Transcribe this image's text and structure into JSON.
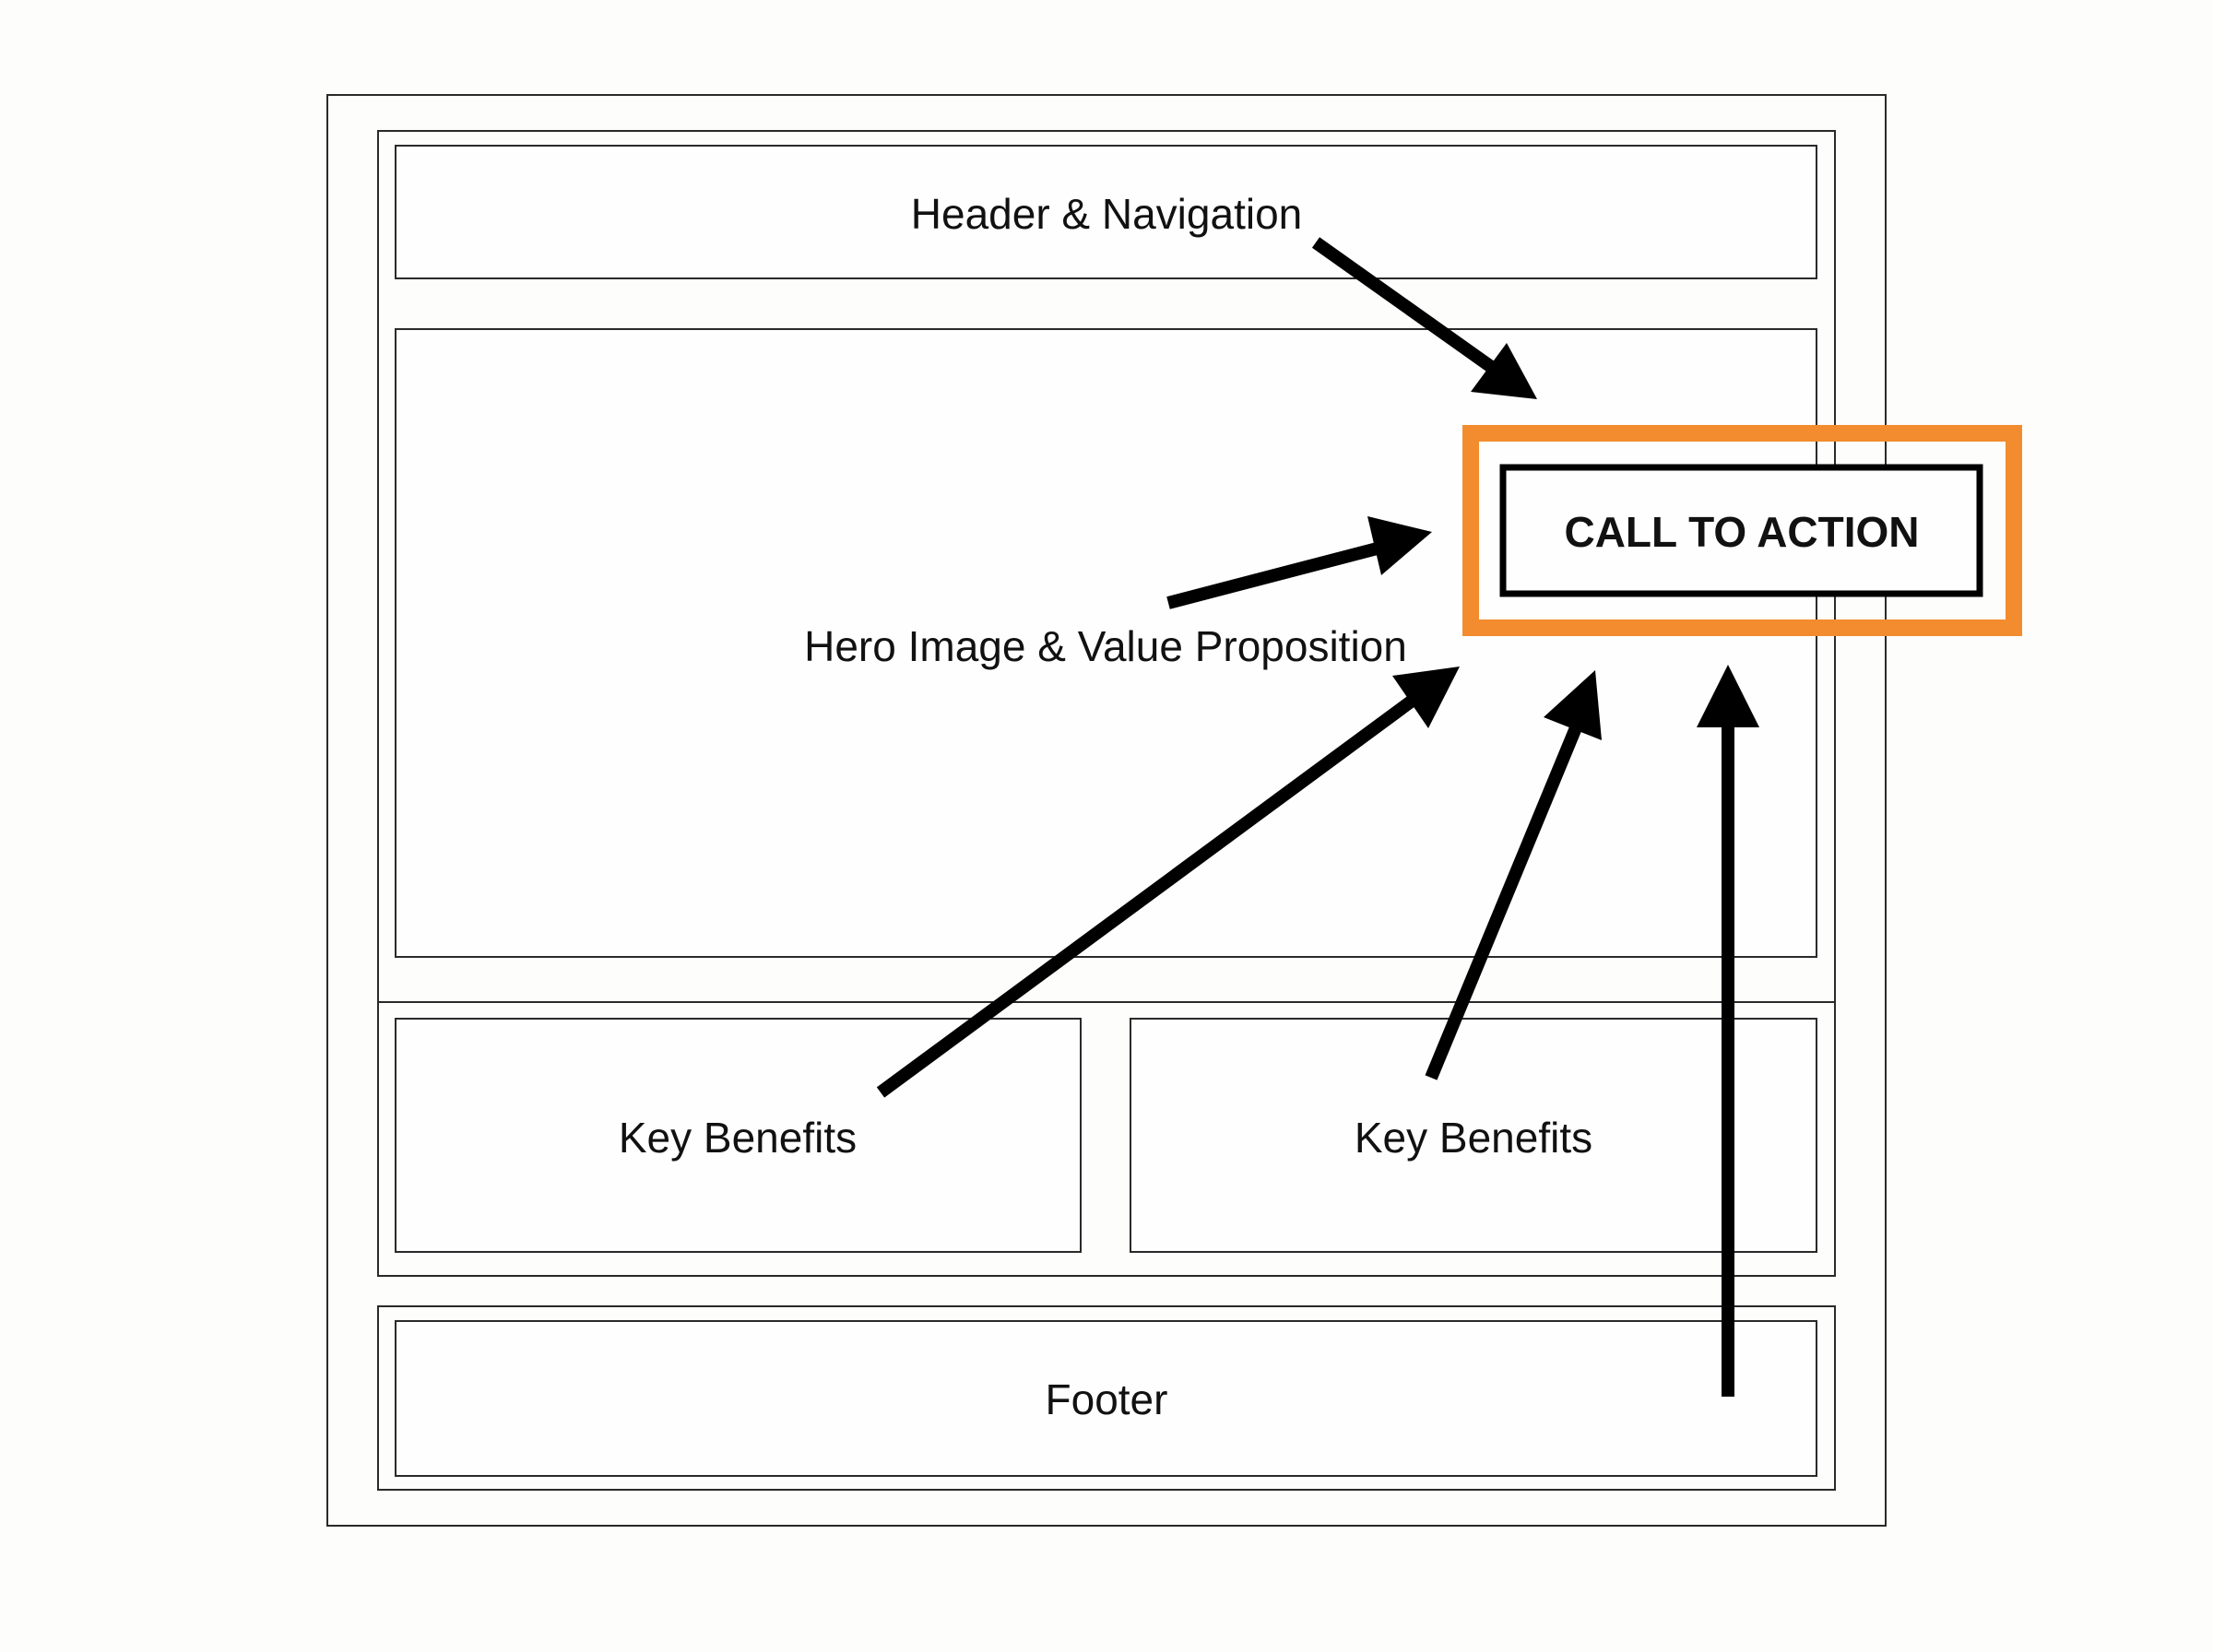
{
  "diagram": {
    "sections": {
      "header": "Header & Navigation",
      "hero": "Hero Image & Value Proposition",
      "benefits_left": "Key Benefits",
      "benefits_right": "Key Benefits",
      "footer": "Footer"
    },
    "cta": {
      "label": "CALL TO ACTION",
      "highlight_color": "#f28c2e"
    },
    "arrows": [
      {
        "from": "header",
        "to": "cta"
      },
      {
        "from": "hero",
        "to": "cta"
      },
      {
        "from": "benefits_left",
        "to": "cta"
      },
      {
        "from": "benefits_right",
        "to": "cta"
      },
      {
        "from": "footer",
        "to": "cta"
      }
    ]
  }
}
